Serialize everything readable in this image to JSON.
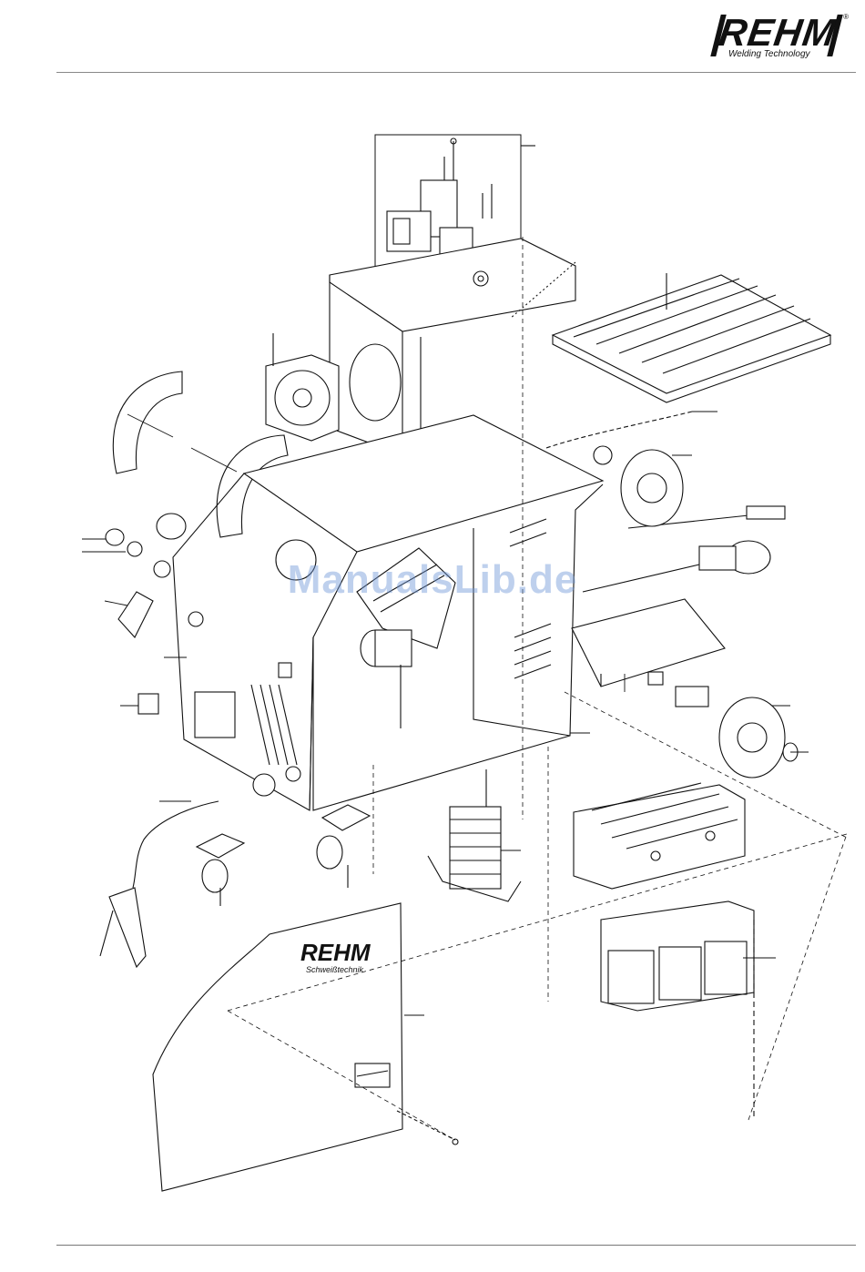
{
  "header": {
    "brand_name": "REHM",
    "brand_tagline": "Welding Technology",
    "registered_mark": "®"
  },
  "diagram": {
    "panel_logo_name": "REHM",
    "panel_logo_tagline": "Schweißtechnik"
  },
  "watermark": "ManualsLib.de",
  "colors": {
    "line": "#111111",
    "background": "#ffffff",
    "watermark": "#7a9fd8"
  }
}
